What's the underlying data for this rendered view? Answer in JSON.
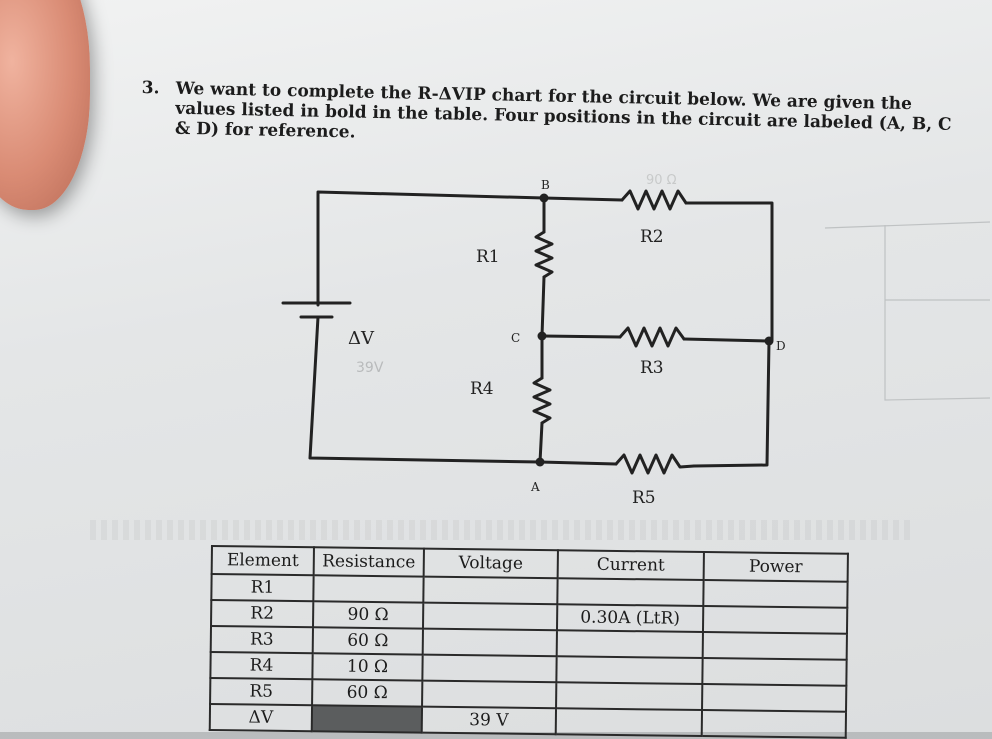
{
  "question": {
    "number": "3.",
    "text": "We want to complete the R-ΔVIP chart for the circuit below. We are given the values listed in bold in the table. Four positions in the circuit are labeled (A, B, C & D) for reference."
  },
  "circuit": {
    "nodes": {
      "a": "A",
      "b": "B",
      "c": "C",
      "d": "D"
    },
    "resistors": {
      "r1": "R1",
      "r2": "R2",
      "r3": "R3",
      "r4": "R4",
      "r5": "R5"
    },
    "battery": "ΔV",
    "handwritten": {
      "battery_note": "39V",
      "r2_note": "90 Ω"
    }
  },
  "table": {
    "headers": [
      "Element",
      "Resistance",
      "Voltage",
      "Current",
      "Power"
    ],
    "rows": [
      {
        "element": "R1",
        "resistance": "",
        "voltage": "",
        "current": "",
        "power": ""
      },
      {
        "element": "R2",
        "resistance": "90 Ω",
        "voltage": "",
        "current": "0.30A (LtR)",
        "power": ""
      },
      {
        "element": "R3",
        "resistance": "60 Ω",
        "voltage": "",
        "current": "",
        "power": ""
      },
      {
        "element": "R4",
        "resistance": "10 Ω",
        "voltage": "",
        "current": "",
        "power": ""
      },
      {
        "element": "R5",
        "resistance": "60 Ω",
        "voltage": "",
        "current": "",
        "power": ""
      },
      {
        "element": "ΔV",
        "resistance": "",
        "voltage": "39 V",
        "current": "",
        "power": ""
      }
    ]
  }
}
